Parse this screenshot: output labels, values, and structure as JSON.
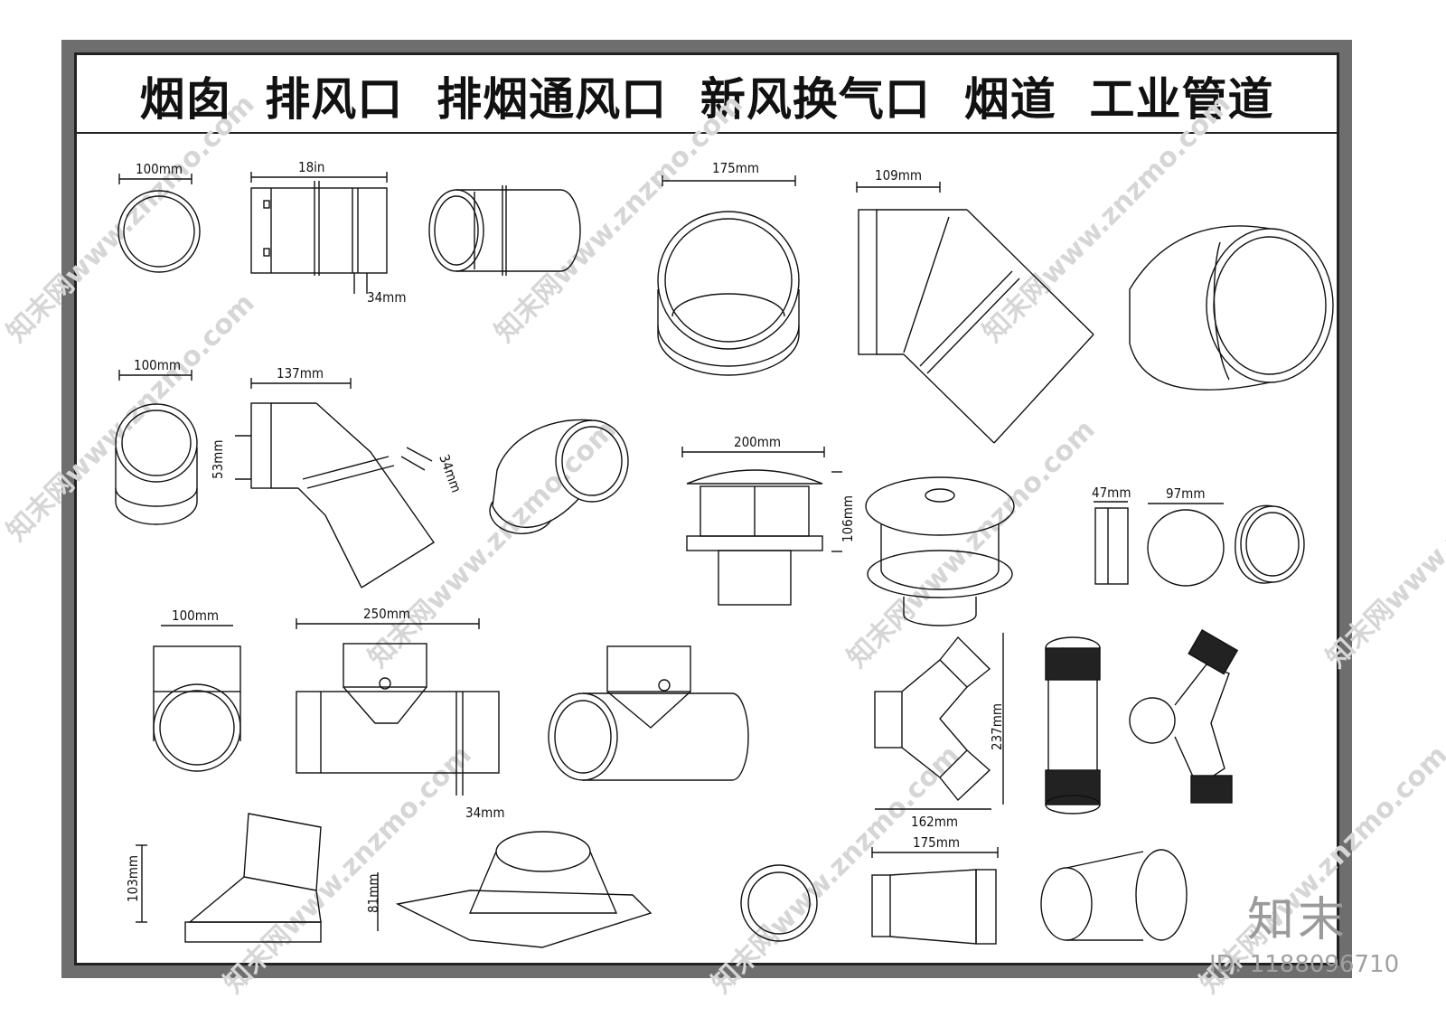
{
  "title": "烟囱  排风口  排烟通风口  新风换气口  烟道  工业管道",
  "dimensions": {
    "d1": "100mm",
    "d2": "18in",
    "d3": "34mm",
    "d4": "175mm",
    "d5": "109mm",
    "d6": "100mm",
    "d7": "137mm",
    "d8": "53mm",
    "d9": "34mm",
    "d10": "200mm",
    "d11": "106mm",
    "d12": "47mm",
    "d13": "97mm",
    "d14": "100mm",
    "d15": "250mm",
    "d16": "34mm",
    "d17": "237mm",
    "d18": "162mm",
    "d19": "103mm",
    "d20": "81mm",
    "d21": "175mm"
  },
  "watermark": {
    "text": "知末网www.znzmo.com"
  },
  "logo": "知末",
  "id_label": "ID: 1188096710"
}
